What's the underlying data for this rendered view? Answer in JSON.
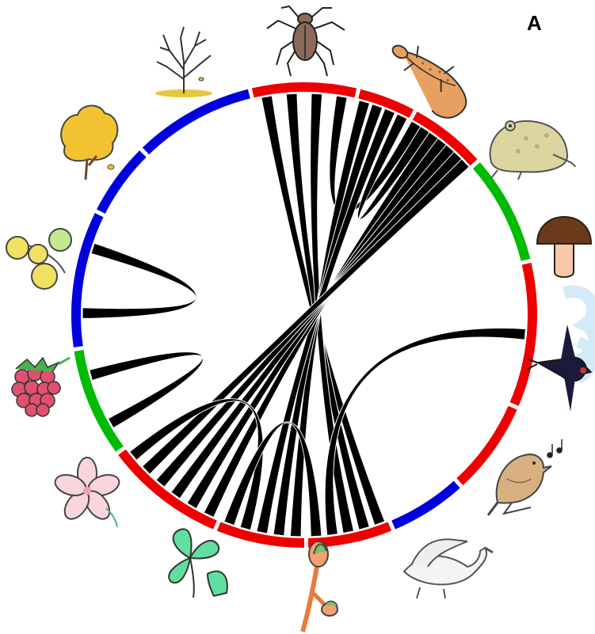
{
  "figure": {
    "panel_label": "A",
    "colors": {
      "red": "#ee0000",
      "blue": "#0000dd",
      "green": "#00bb00",
      "ribbon": "#000000",
      "watermark": "#cfe8f7"
    },
    "segments": [
      {
        "id": "seg-beetle",
        "color": "red",
        "icon": "beetle-icon"
      },
      {
        "id": "seg-lizard",
        "color": "red",
        "icon": "lizard-icon"
      },
      {
        "id": "seg-toad",
        "color": "red",
        "icon": "toad-icon"
      },
      {
        "id": "seg-mushroom",
        "color": "green",
        "icon": "mushroom-icon"
      },
      {
        "id": "seg-swallow",
        "color": "red",
        "icon": "swallow-icon"
      },
      {
        "id": "seg-songbird",
        "color": "red",
        "icon": "singing-bird-icon"
      },
      {
        "id": "seg-swan",
        "color": "blue",
        "icon": "swan-icon"
      },
      {
        "id": "seg-bud",
        "color": "red",
        "icon": "tree-bud-icon"
      },
      {
        "id": "seg-clover",
        "color": "red",
        "icon": "wood-sorrel-icon"
      },
      {
        "id": "seg-flower",
        "color": "red",
        "icon": "pink-flower-icon"
      },
      {
        "id": "seg-raspberry",
        "color": "green",
        "icon": "raspberry-icon"
      },
      {
        "id": "seg-aspen",
        "color": "blue",
        "icon": "aspen-leaves-icon"
      },
      {
        "id": "seg-yellow-tree",
        "color": "blue",
        "icon": "yellow-tree-icon"
      },
      {
        "id": "seg-bare-tree",
        "color": "blue",
        "icon": "bare-tree-icon"
      }
    ],
    "links": [
      {
        "from": "seg-beetle",
        "to": "seg-bud"
      },
      {
        "from": "seg-beetle",
        "to": "seg-bud"
      },
      {
        "from": "seg-beetle",
        "to": "seg-bud"
      },
      {
        "from": "seg-beetle",
        "to": "seg-toad"
      },
      {
        "from": "seg-lizard",
        "to": "seg-clover"
      },
      {
        "from": "seg-lizard",
        "to": "seg-clover"
      },
      {
        "from": "seg-lizard",
        "to": "seg-clover"
      },
      {
        "from": "seg-lizard",
        "to": "seg-toad"
      },
      {
        "from": "seg-toad",
        "to": "seg-flower"
      },
      {
        "from": "seg-toad",
        "to": "seg-flower"
      },
      {
        "from": "seg-toad",
        "to": "seg-flower"
      },
      {
        "from": "seg-toad",
        "to": "seg-flower"
      },
      {
        "from": "seg-toad",
        "to": "seg-flower"
      },
      {
        "from": "seg-swallow",
        "to": "seg-bud"
      },
      {
        "from": "seg-flower",
        "to": "seg-clover"
      },
      {
        "from": "seg-clover",
        "to": "seg-bud"
      },
      {
        "from": "seg-raspberry",
        "to": "seg-raspberry"
      },
      {
        "from": "seg-aspen",
        "to": "seg-aspen"
      }
    ]
  }
}
